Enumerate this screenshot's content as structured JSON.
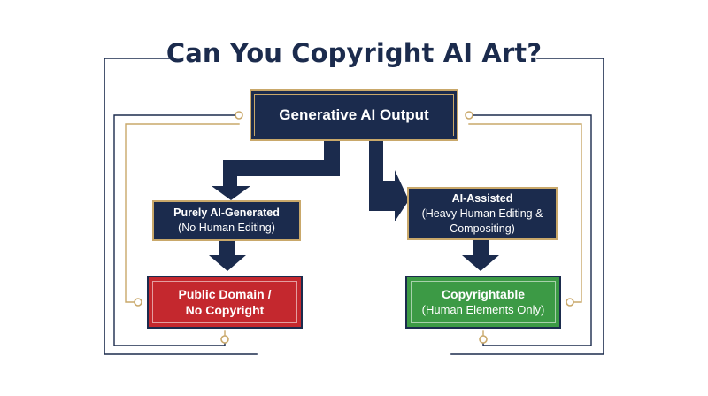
{
  "title": "Can You Copyright AI Art?",
  "nodes": {
    "generative_output": {
      "label": "Generative AI Output"
    },
    "purely_ai_generated": {
      "label": "Purely AI-Generated",
      "detail": "(No Human Editing)"
    },
    "ai_assisted": {
      "label": "AI-Assisted",
      "detail": "(Heavy Human Editing &",
      "detail2": "Compositing)"
    },
    "public_domain": {
      "label": "Public Domain /",
      "label2": "No Copyright"
    },
    "copyrightable": {
      "label": "Copyrightable",
      "detail": "(Human Elements Only)"
    }
  },
  "edges": [
    {
      "from": "generative_output",
      "to": "purely_ai_generated"
    },
    {
      "from": "generative_output",
      "to": "ai_assisted"
    },
    {
      "from": "purely_ai_generated",
      "to": "public_domain"
    },
    {
      "from": "ai_assisted",
      "to": "copyrightable"
    }
  ],
  "colors": {
    "navy": "#1b2b4d",
    "gold": "#c9a86a",
    "red": "#c4282e",
    "green": "#3c9a45",
    "background": "#ffffff"
  },
  "icons": [
    "down-arrow-icon",
    "elbow-arrow-icon"
  ]
}
